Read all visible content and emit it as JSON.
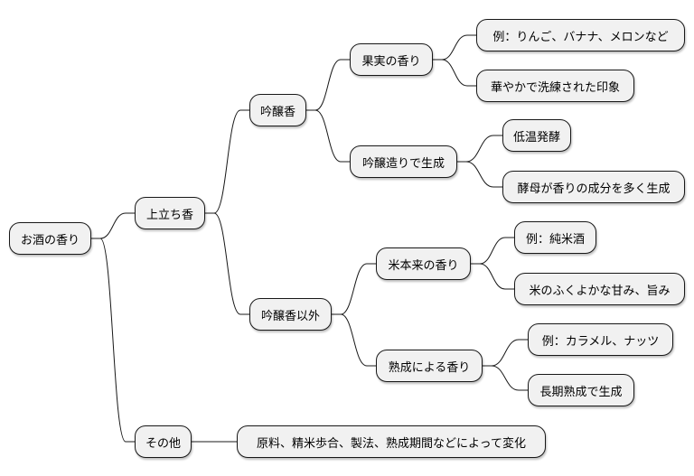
{
  "mindmap": {
    "title": "お酒の香り",
    "root": {
      "id": "root",
      "label": "お酒の香り",
      "children": [
        {
          "id": "n1",
          "label": "上立ち香",
          "children": [
            {
              "id": "n1a",
              "label": "吟醸香",
              "children": [
                {
                  "id": "n1a1",
                  "label": "果実の香り",
                  "children": [
                    {
                      "id": "n1a1a",
                      "label": "例：りんご、バナナ、メロンなど"
                    },
                    {
                      "id": "n1a1b",
                      "label": "華やかで洗練された印象"
                    }
                  ]
                },
                {
                  "id": "n1a2",
                  "label": "吟醸造りで生成",
                  "children": [
                    {
                      "id": "n1a2a",
                      "label": "低温発酵"
                    },
                    {
                      "id": "n1a2b",
                      "label": "酵母が香りの成分を多く生成"
                    }
                  ]
                }
              ]
            },
            {
              "id": "n1b",
              "label": "吟醸香以外",
              "children": [
                {
                  "id": "n1b1",
                  "label": "米本来の香り",
                  "children": [
                    {
                      "id": "n1b1a",
                      "label": "例：純米酒"
                    },
                    {
                      "id": "n1b1b",
                      "label": "米のふくよかな甘み、旨み"
                    }
                  ]
                },
                {
                  "id": "n1b2",
                  "label": "熟成による香り",
                  "children": [
                    {
                      "id": "n1b2a",
                      "label": "例：カラメル、ナッツ"
                    },
                    {
                      "id": "n1b2b",
                      "label": "長期熟成で生成"
                    }
                  ]
                }
              ]
            }
          ]
        },
        {
          "id": "n2",
          "label": "その他",
          "children": [
            {
              "id": "n2a",
              "label": "原料、精米歩合、製法、熟成期間などによって変化"
            }
          ]
        }
      ]
    },
    "colors": {
      "node_fill": "#f1f1f1",
      "node_border": "#181818",
      "edge": "#181818",
      "background": "#ffffff"
    }
  }
}
